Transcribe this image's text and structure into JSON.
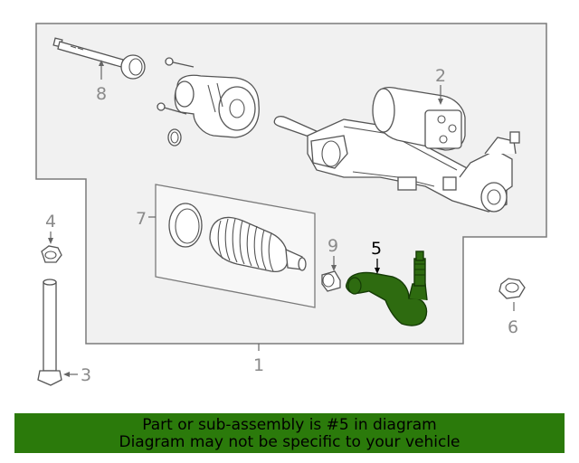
{
  "diagram": {
    "callouts": [
      {
        "id": "1",
        "label": "1"
      },
      {
        "id": "2",
        "label": "2"
      },
      {
        "id": "3",
        "label": "3"
      },
      {
        "id": "4",
        "label": "4"
      },
      {
        "id": "5",
        "label": "5"
      },
      {
        "id": "6",
        "label": "6"
      },
      {
        "id": "7",
        "label": "7"
      },
      {
        "id": "8",
        "label": "8"
      },
      {
        "id": "9",
        "label": "9"
      }
    ],
    "highlight_color": "#2e6b10"
  },
  "banner": {
    "line1": "Part or sub-assembly is #5 in diagram",
    "line2": "Diagram may not be specific to your vehicle",
    "background": "#2b7a0b"
  }
}
